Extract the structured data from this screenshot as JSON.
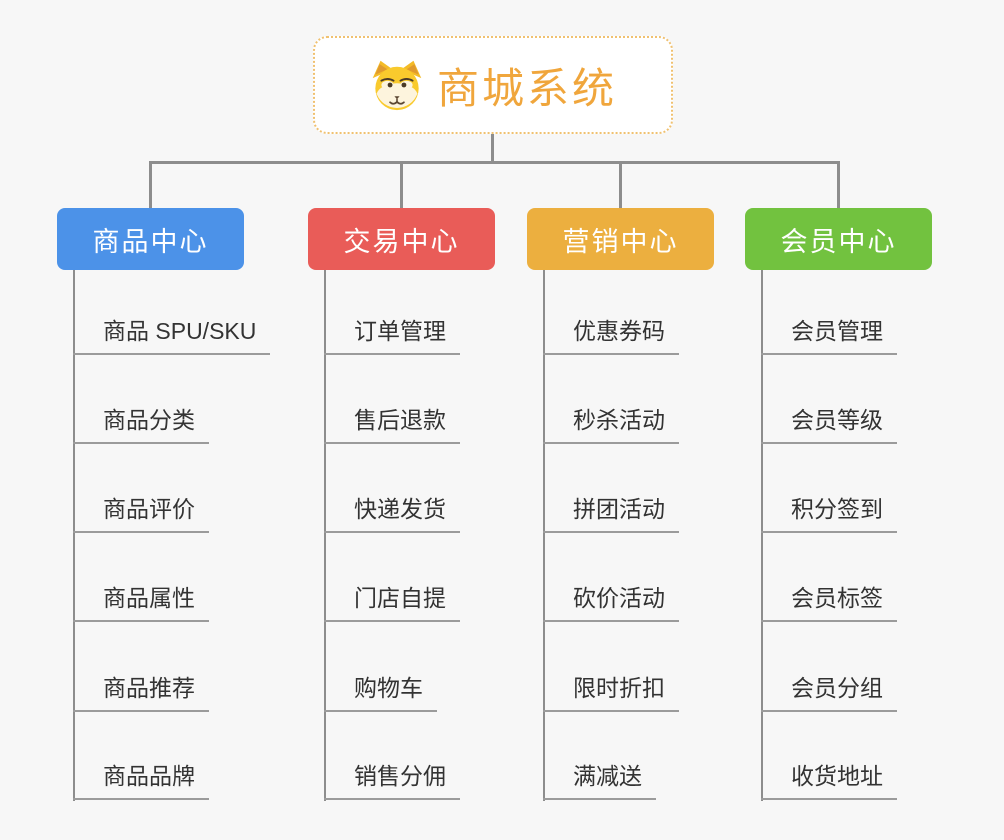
{
  "root": {
    "title": "商城系统",
    "icon": "dog-face-icon"
  },
  "branches": [
    {
      "label": "商品中心",
      "color": "#4c92e8",
      "items": [
        "商品 SPU/SKU",
        "商品分类",
        "商品评价",
        "商品属性",
        "商品推荐",
        "商品品牌"
      ]
    },
    {
      "label": "交易中心",
      "color": "#e95c58",
      "items": [
        "订单管理",
        "售后退款",
        "快递发货",
        "门店自提",
        "购物车",
        "销售分佣"
      ]
    },
    {
      "label": "营销中心",
      "color": "#ecaf3f",
      "items": [
        "优惠券码",
        "秒杀活动",
        "拼团活动",
        "砍价活动",
        "限时折扣",
        "满减送"
      ]
    },
    {
      "label": "会员中心",
      "color": "#72c23f",
      "items": [
        "会员管理",
        "会员等级",
        "积分签到",
        "会员标签",
        "会员分组",
        "收货地址"
      ]
    }
  ],
  "colors": {
    "accent": "#f0a63c",
    "connector": "#8d8d8d",
    "underline": "#9b9b9b",
    "background": "#f7f7f7",
    "root_border": "#f0c170"
  }
}
